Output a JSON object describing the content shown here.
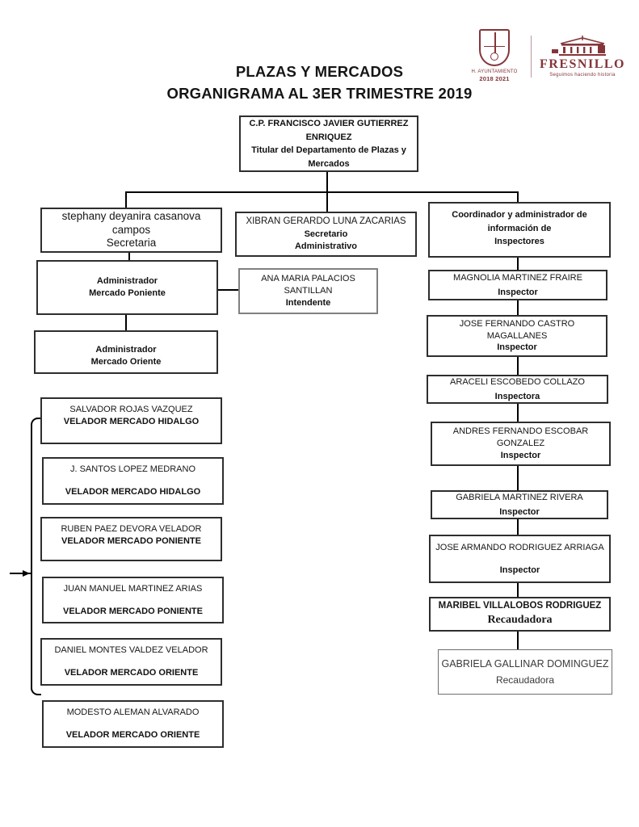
{
  "header": {
    "title_line1": "PLAZAS Y MERCADOS",
    "title_line2": "ORGANIGRAMA AL 3ER TRIMESTRE 2019"
  },
  "logos": {
    "crest_caption_line1": "H. AYUNTAMIENTO",
    "crest_caption_line2": "2018 2021",
    "wordmark": "FRESNILLO",
    "tagline": "Seguimos haciendo historia",
    "brand_color": "#84353a"
  },
  "boxes": {
    "root": {
      "name": "C.P. FRANCISCO JAVIER GUTIERREZ ENRIQUEZ",
      "role": "Titular del Departamento de Plazas y Mercados"
    },
    "secretaria": {
      "name": "stephany deyanira casanova campos",
      "role": "Secretaria"
    },
    "secretario_admin": {
      "name": "XIBRAN GERARDO LUNA ZACARIAS",
      "role_line1": "Secretario",
      "role_line2": "Administrativo"
    },
    "coordinador": {
      "line1": "Coordinador y administrador de",
      "line2": "información de",
      "line3": "Inspectores"
    },
    "admin_poniente": {
      "line1": "Administrador",
      "line2": "Mercado Poniente"
    },
    "intendente": {
      "name": "ANA MARIA PALACIOS SANTILLAN",
      "role": "Intendente"
    },
    "admin_oriente": {
      "line1": "Administrador",
      "line2": "Mercado Oriente"
    },
    "velador_1": {
      "name": "SALVADOR ROJAS VAZQUEZ",
      "role": "VELADOR MERCADO HIDALGO"
    },
    "velador_2": {
      "name": "J. SANTOS LOPEZ MEDRANO",
      "role": "VELADOR MERCADO HIDALGO"
    },
    "velador_3": {
      "name": "RUBEN PAEZ DEVORA VELADOR",
      "role": "VELADOR MERCADO PONIENTE"
    },
    "velador_4": {
      "name": "JUAN MANUEL MARTINEZ ARIAS",
      "role": "VELADOR MERCADO PONIENTE"
    },
    "velador_5": {
      "name": "DANIEL MONTES VALDEZ VELADOR",
      "role": "VELADOR MERCADO ORIENTE"
    },
    "velador_6": {
      "name": "MODESTO ALEMAN ALVARADO",
      "role": "VELADOR MERCADO ORIENTE"
    },
    "inspector_1": {
      "name": "MAGNOLIA MARTINEZ FRAIRE",
      "role": "Inspector"
    },
    "inspector_2": {
      "name": "JOSE FERNANDO CASTRO MAGALLANES",
      "role": "Inspector"
    },
    "inspector_3": {
      "name": "ARACELI ESCOBEDO COLLAZO",
      "role": "Inspectora"
    },
    "inspector_4": {
      "name": "ANDRES FERNANDO ESCOBAR GONZALEZ",
      "role": "Inspector"
    },
    "inspector_5": {
      "name": "GABRIELA MARTINEZ RIVERA",
      "role": "Inspector"
    },
    "inspector_6": {
      "name": "JOSE ARMANDO RODRIGUEZ ARRIAGA",
      "role": "Inspector"
    },
    "recaudadora_1": {
      "name": "MARIBEL VILLALOBOS RODRIGUEZ",
      "role": "Recaudadora"
    },
    "recaudadora_2": {
      "name": "GABRIELA GALLINAR DOMINGUEZ",
      "role": "Recaudadora"
    }
  }
}
